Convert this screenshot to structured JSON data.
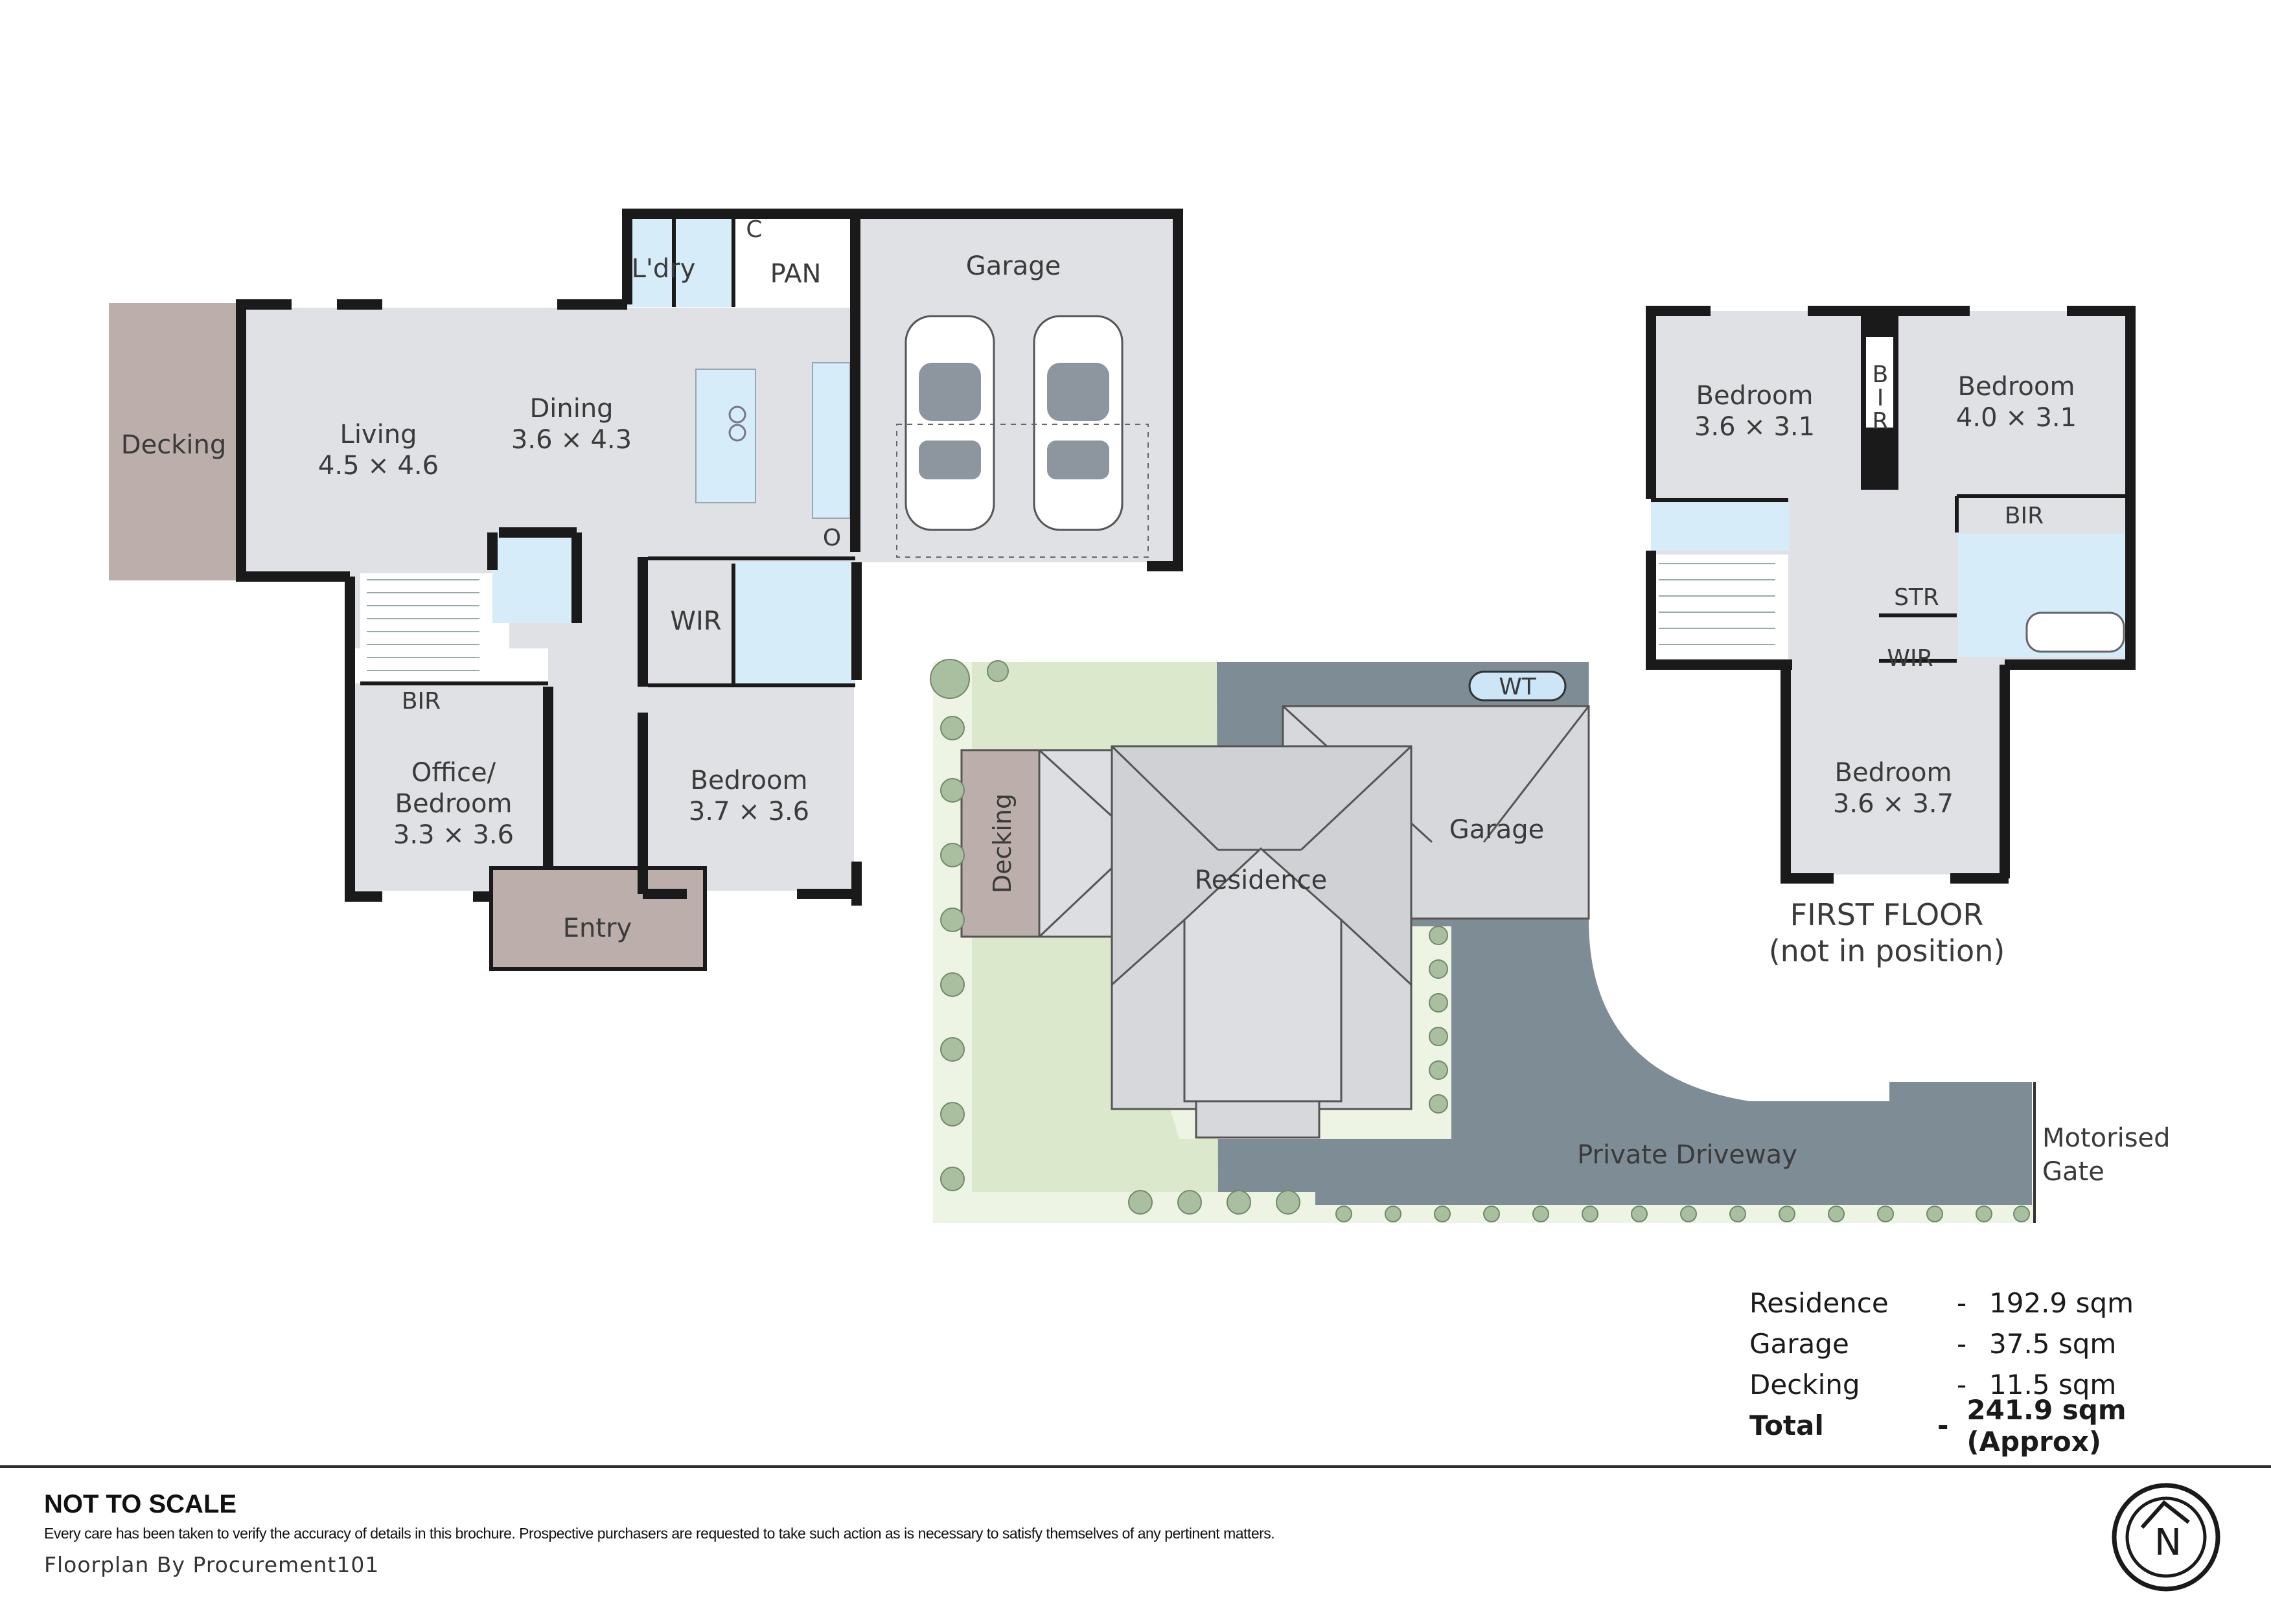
{
  "ground_floor": {
    "decking": "Decking",
    "living_name": "Living",
    "living_dim": "4.5 × 4.6",
    "dining_name": "Dining",
    "dining_dim": "3.6 × 4.3",
    "laundry": "L'dry",
    "cupboard": "C",
    "pantry": "PAN",
    "garage": "Garage",
    "oven_mark": "O",
    "wir": "WIR",
    "bir": "BIR",
    "office_line1": "Office/",
    "office_line2": "Bedroom",
    "office_dim": "3.3 × 3.6",
    "bedroom_name": "Bedroom",
    "bedroom_dim": "3.7 × 3.6",
    "entry": "Entry"
  },
  "first_floor": {
    "bedroom1_name": "Bedroom",
    "bedroom1_dim": "3.6 × 3.1",
    "bedroom2_name": "Bedroom",
    "bedroom2_dim": "4.0 × 3.1",
    "bir_vertical": [
      "B",
      "I",
      "R"
    ],
    "bir": "BIR",
    "str": "STR",
    "wir": "WIR",
    "bedroom3_name": "Bedroom",
    "bedroom3_dim": "3.6 × 3.7",
    "caption_line1": "FIRST FLOOR",
    "caption_line2": "(not in position)"
  },
  "site_plan": {
    "water_tank": "WT",
    "decking": "Decking",
    "residence": "Residence",
    "garage": "Garage",
    "driveway": "Private Driveway",
    "gate_line1": "Motorised",
    "gate_line2": "Gate"
  },
  "areas": [
    {
      "label": "Residence",
      "dash": "-",
      "value": "192.9 sqm"
    },
    {
      "label": "Garage",
      "dash": "-",
      "value": "37.5 sqm"
    },
    {
      "label": "Decking",
      "dash": "-",
      "value": "11.5 sqm"
    },
    {
      "label": "Total",
      "dash": "-",
      "value": "241.9 sqm (Approx)"
    }
  ],
  "footer": {
    "not_to_scale": "NOT TO SCALE",
    "disclaimer": "Every care has been taken to verify the accuracy of details in this brochure. Prospective purchasers are requested to take such action as is necessary to satisfy themselves of any pertinent matters.",
    "credit": "Floorplan By Procurement101"
  },
  "compass": {
    "letter": "N"
  },
  "colors": {
    "wall": "#1a1a1a",
    "room_floor": "#dfe1e4",
    "wet_area": "#d6ecf8",
    "decking": "#bcaeaa",
    "grass": "#dbe8cc",
    "garden_bed": "#eef4e4",
    "driveway": "#7e8c96",
    "roof": "#d6d8dc",
    "water_tank": "#cce6f7"
  }
}
